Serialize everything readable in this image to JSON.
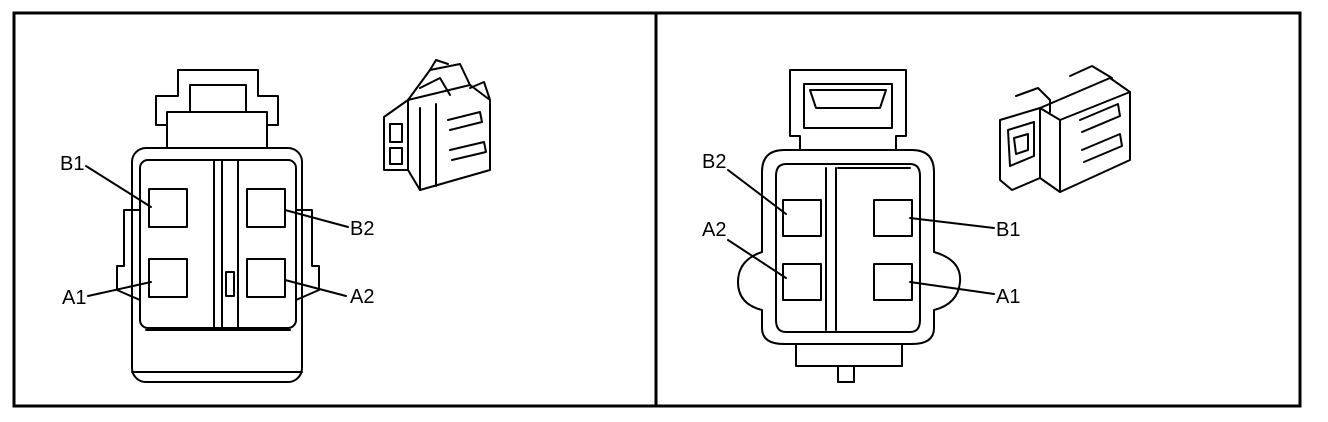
{
  "panels": [
    {
      "id": "left",
      "labels": {
        "b1": "B1",
        "b2": "B2",
        "a1": "A1",
        "a2": "A2"
      }
    },
    {
      "id": "right",
      "labels": {
        "b2": "B2",
        "a2": "A2",
        "b1": "B1",
        "a1": "A1"
      }
    }
  ]
}
